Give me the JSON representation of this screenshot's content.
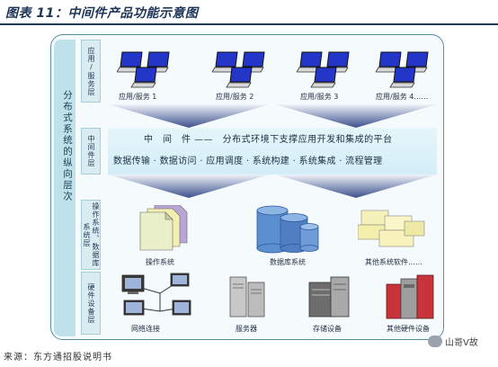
{
  "title": "图表 11：中间件产品功能示意图",
  "side_label": "分布式系统的纵向层次",
  "tiers": {
    "app": {
      "label": "应用/服务层",
      "captions": [
        "应用/服务 1",
        "应用/服务 2",
        "应用/服务 3",
        "应用/服务 4……"
      ]
    },
    "middleware": {
      "label": "中间件层",
      "line1": "中　间　件 ——　分布式环境下支撑应用开发和集成的平台",
      "line2": "数据传输 · 数据访问 · 应用调度 · 系统构建 · 系统集成 · 流程管理"
    },
    "os": {
      "label": "操作系统、数据库系统层",
      "captions": [
        "操作系统",
        "数据库系统",
        "其他系统软件……"
      ]
    },
    "hw": {
      "label": "硬件设备层",
      "captions": [
        "网络连接",
        "服务器",
        "存储设备",
        "其他硬件设备"
      ]
    }
  },
  "source": "来源：东方通招股说明书",
  "watermark": "山哥V故",
  "colors": {
    "frame": "#5a8fa8",
    "band": "#bfe1ea",
    "arrow": "#3b4f8c",
    "screen": "#2436c8"
  }
}
